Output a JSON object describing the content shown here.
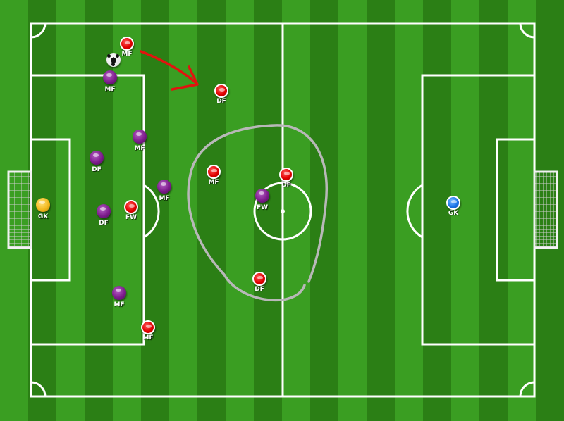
{
  "colors": {
    "grass_light": "#3a9e22",
    "grass_dark": "#2b7f15",
    "lines": "#ffffff",
    "arrow": "#e0140f",
    "highlight_loop": "#b8b8b8"
  },
  "annotations": {
    "arrow": "red arrow pointing from the midfielder with the ball toward the defender",
    "loop": "grey hand-drawn loop around the central group of players"
  },
  "players": [
    {
      "team": "red",
      "role": "MF",
      "key": "red-mf-top"
    },
    {
      "team": "red",
      "role": "DF",
      "key": "red-df-upper"
    },
    {
      "team": "red",
      "role": "MF",
      "key": "red-mf-center"
    },
    {
      "team": "red",
      "role": "DF",
      "key": "red-df-center"
    },
    {
      "team": "red",
      "role": "FW",
      "key": "red-fw"
    },
    {
      "team": "red",
      "role": "DF",
      "key": "red-df-lower"
    },
    {
      "team": "red",
      "role": "MF",
      "key": "red-mf-bottom"
    },
    {
      "team": "purple",
      "role": "MF",
      "key": "purple-mf-top"
    },
    {
      "team": "purple",
      "role": "MF",
      "key": "purple-mf-upper"
    },
    {
      "team": "purple",
      "role": "DF",
      "key": "purple-df-upper"
    },
    {
      "team": "purple",
      "role": "MF",
      "key": "purple-mf-middle"
    },
    {
      "team": "purple",
      "role": "DF",
      "key": "purple-df-lower"
    },
    {
      "team": "purple",
      "role": "FW",
      "key": "purple-fw"
    },
    {
      "team": "purple",
      "role": "MF",
      "key": "purple-mf-bottom"
    },
    {
      "team": "yellow",
      "role": "GK",
      "key": "yellow-gk"
    },
    {
      "team": "blue",
      "role": "GK",
      "key": "blue-gk"
    }
  ]
}
